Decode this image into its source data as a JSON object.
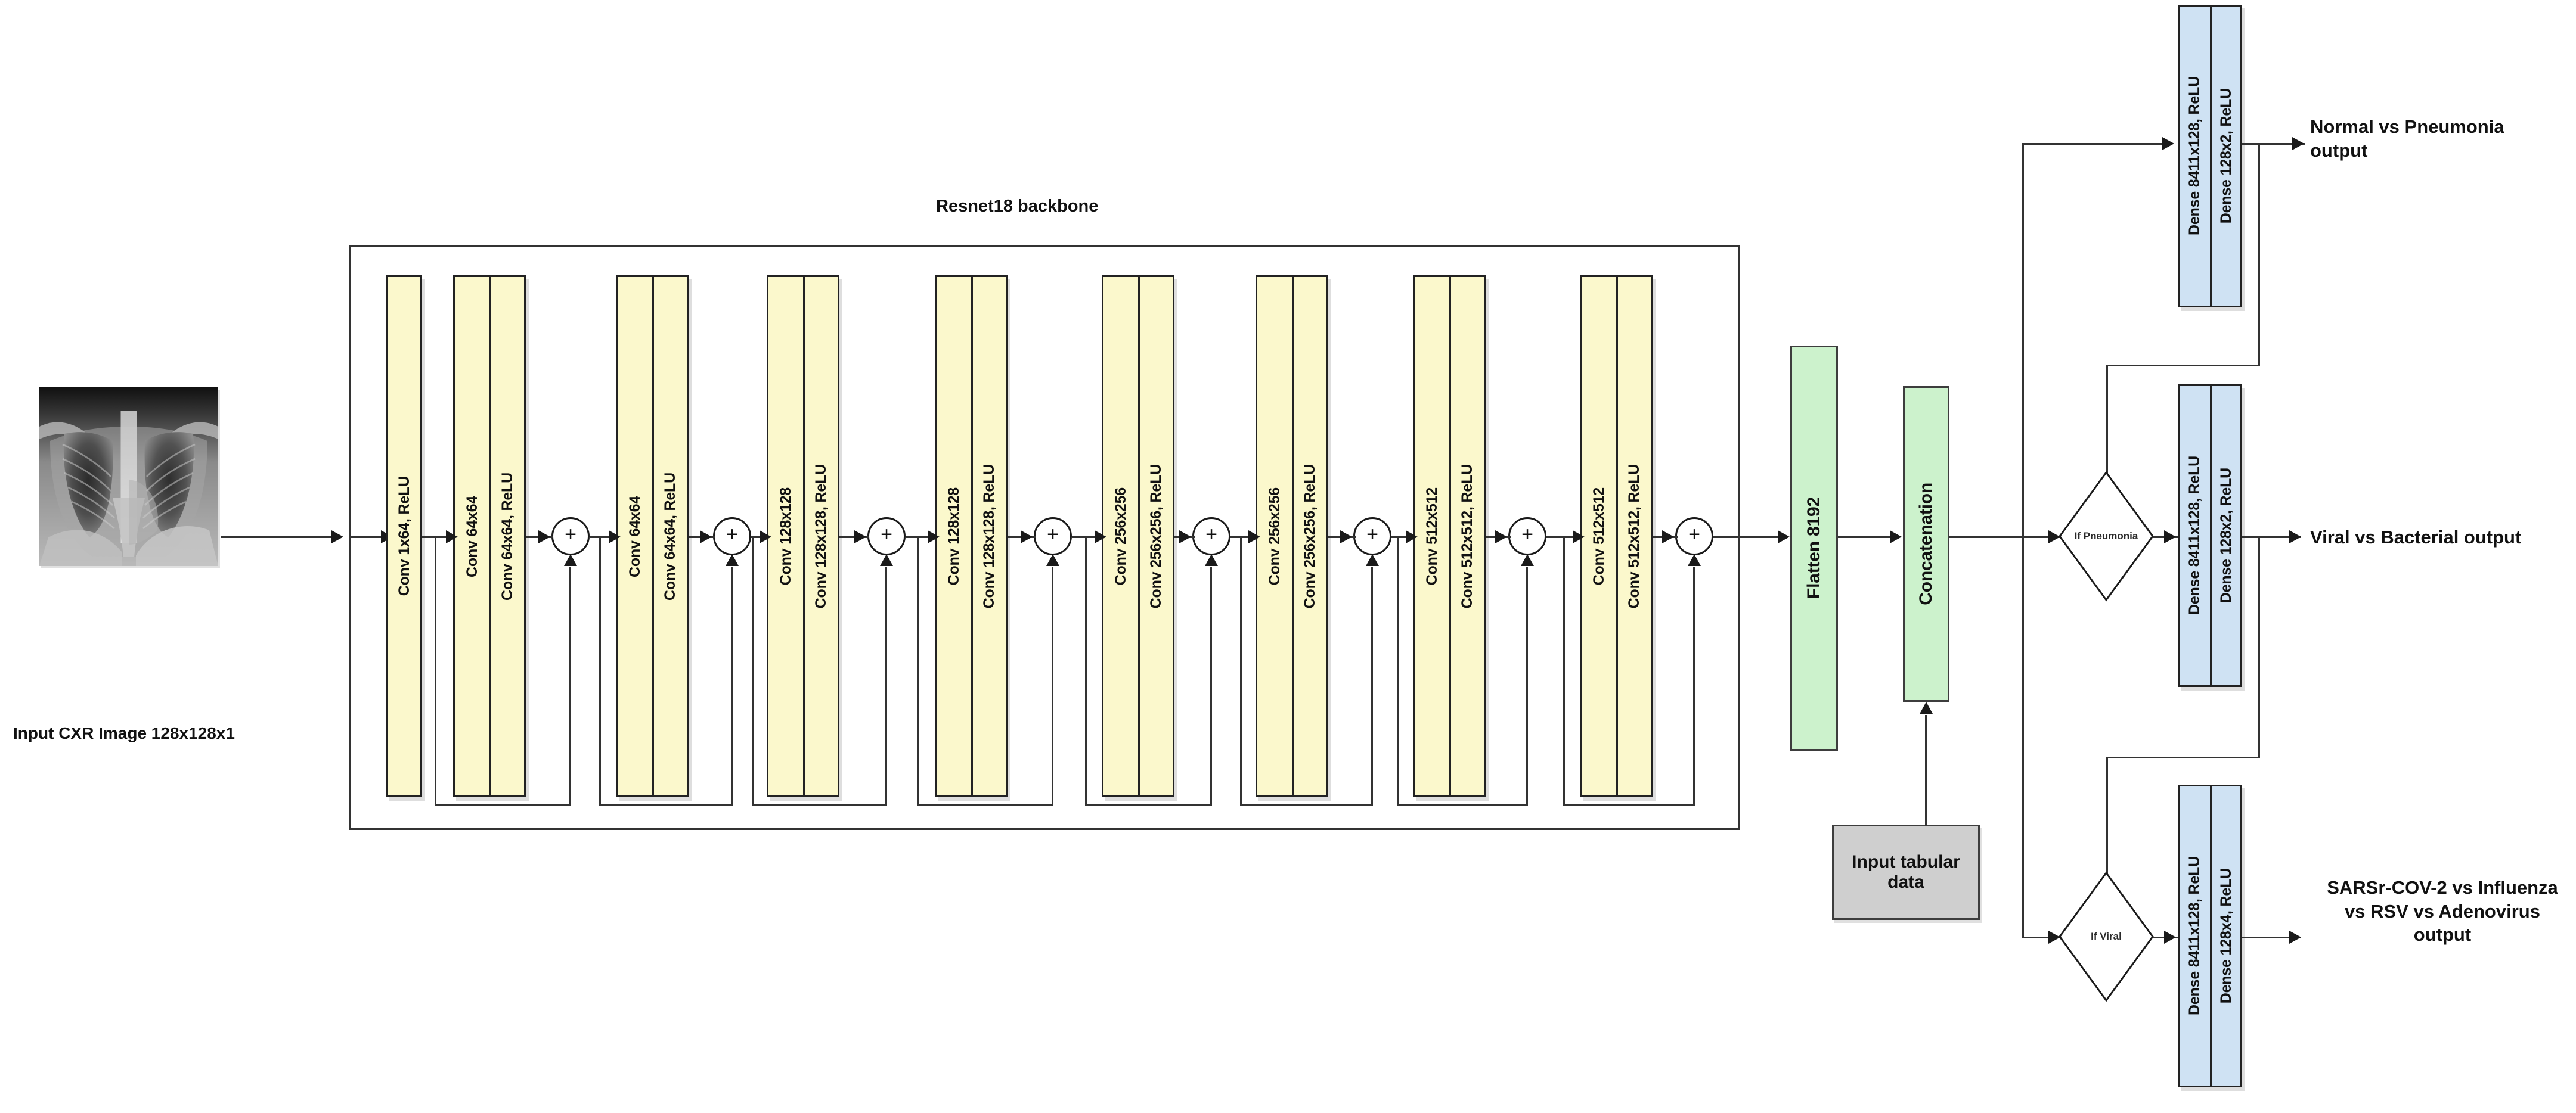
{
  "diagram": {
    "title_backbone": "Resnet18 backbone",
    "input_caption": "Input CXR Image 128x128x1",
    "tabular_box": "Input tabular data",
    "flatten_label": "Flatten 8192",
    "concat_label": "Concatenation",
    "plus_symbol": "+"
  },
  "backbone_blocks": [
    {
      "name": "stem",
      "panels": [
        "Conv 1x64, ReLU"
      ]
    },
    {
      "name": "res1a",
      "panels": [
        "Conv 64x64",
        "Conv 64x64, ReLU"
      ]
    },
    {
      "name": "res1b",
      "panels": [
        "Conv 64x64",
        "Conv 64x64, ReLU"
      ]
    },
    {
      "name": "res2a",
      "panels": [
        "Conv 128x128",
        "Conv 128x128, ReLU"
      ]
    },
    {
      "name": "res2b",
      "panels": [
        "Conv 128x128",
        "Conv 128x128, ReLU"
      ]
    },
    {
      "name": "res3a",
      "panels": [
        "Conv 256x256",
        "Conv 256x256, ReLU"
      ]
    },
    {
      "name": "res3b",
      "panels": [
        "Conv 256x256",
        "Conv 256x256, ReLU"
      ]
    },
    {
      "name": "res4a",
      "panels": [
        "Conv 512x512",
        "Conv 512x512, ReLU"
      ]
    },
    {
      "name": "res4b",
      "panels": [
        "Conv 512x512",
        "Conv 512x512, ReLU"
      ]
    }
  ],
  "heads": [
    {
      "id": "normal-vs-pneumonia",
      "panels": [
        "Dense 8411x128, ReLU",
        "Dense 128x2, ReLU"
      ],
      "output_lines": [
        "Normal vs Pneumonia",
        "output"
      ]
    },
    {
      "id": "viral-vs-bacterial",
      "panels": [
        "Dense 8411x128, ReLU",
        "Dense 128x2, ReLU"
      ],
      "output_lines": [
        "Viral vs Bacterial output"
      ]
    },
    {
      "id": "virus-type",
      "panels": [
        "Dense 8411x128, ReLU",
        "Dense 128x4, ReLU"
      ],
      "output_lines": [
        "SARSr-COV-2 vs Influenza",
        "vs RSV vs Adenovirus",
        "output"
      ]
    }
  ],
  "decisions": [
    {
      "id": "if-pneumonia",
      "label": "If Pneumonia"
    },
    {
      "id": "if-viral",
      "label": "If Viral"
    }
  ],
  "colors": {
    "conv_fill": "#fbf8cc",
    "dense_fill": "#cfe2f3",
    "flatten_fill": "#ccf2cc",
    "tabular_fill": "#cfcfcf",
    "stroke": "#333333"
  }
}
